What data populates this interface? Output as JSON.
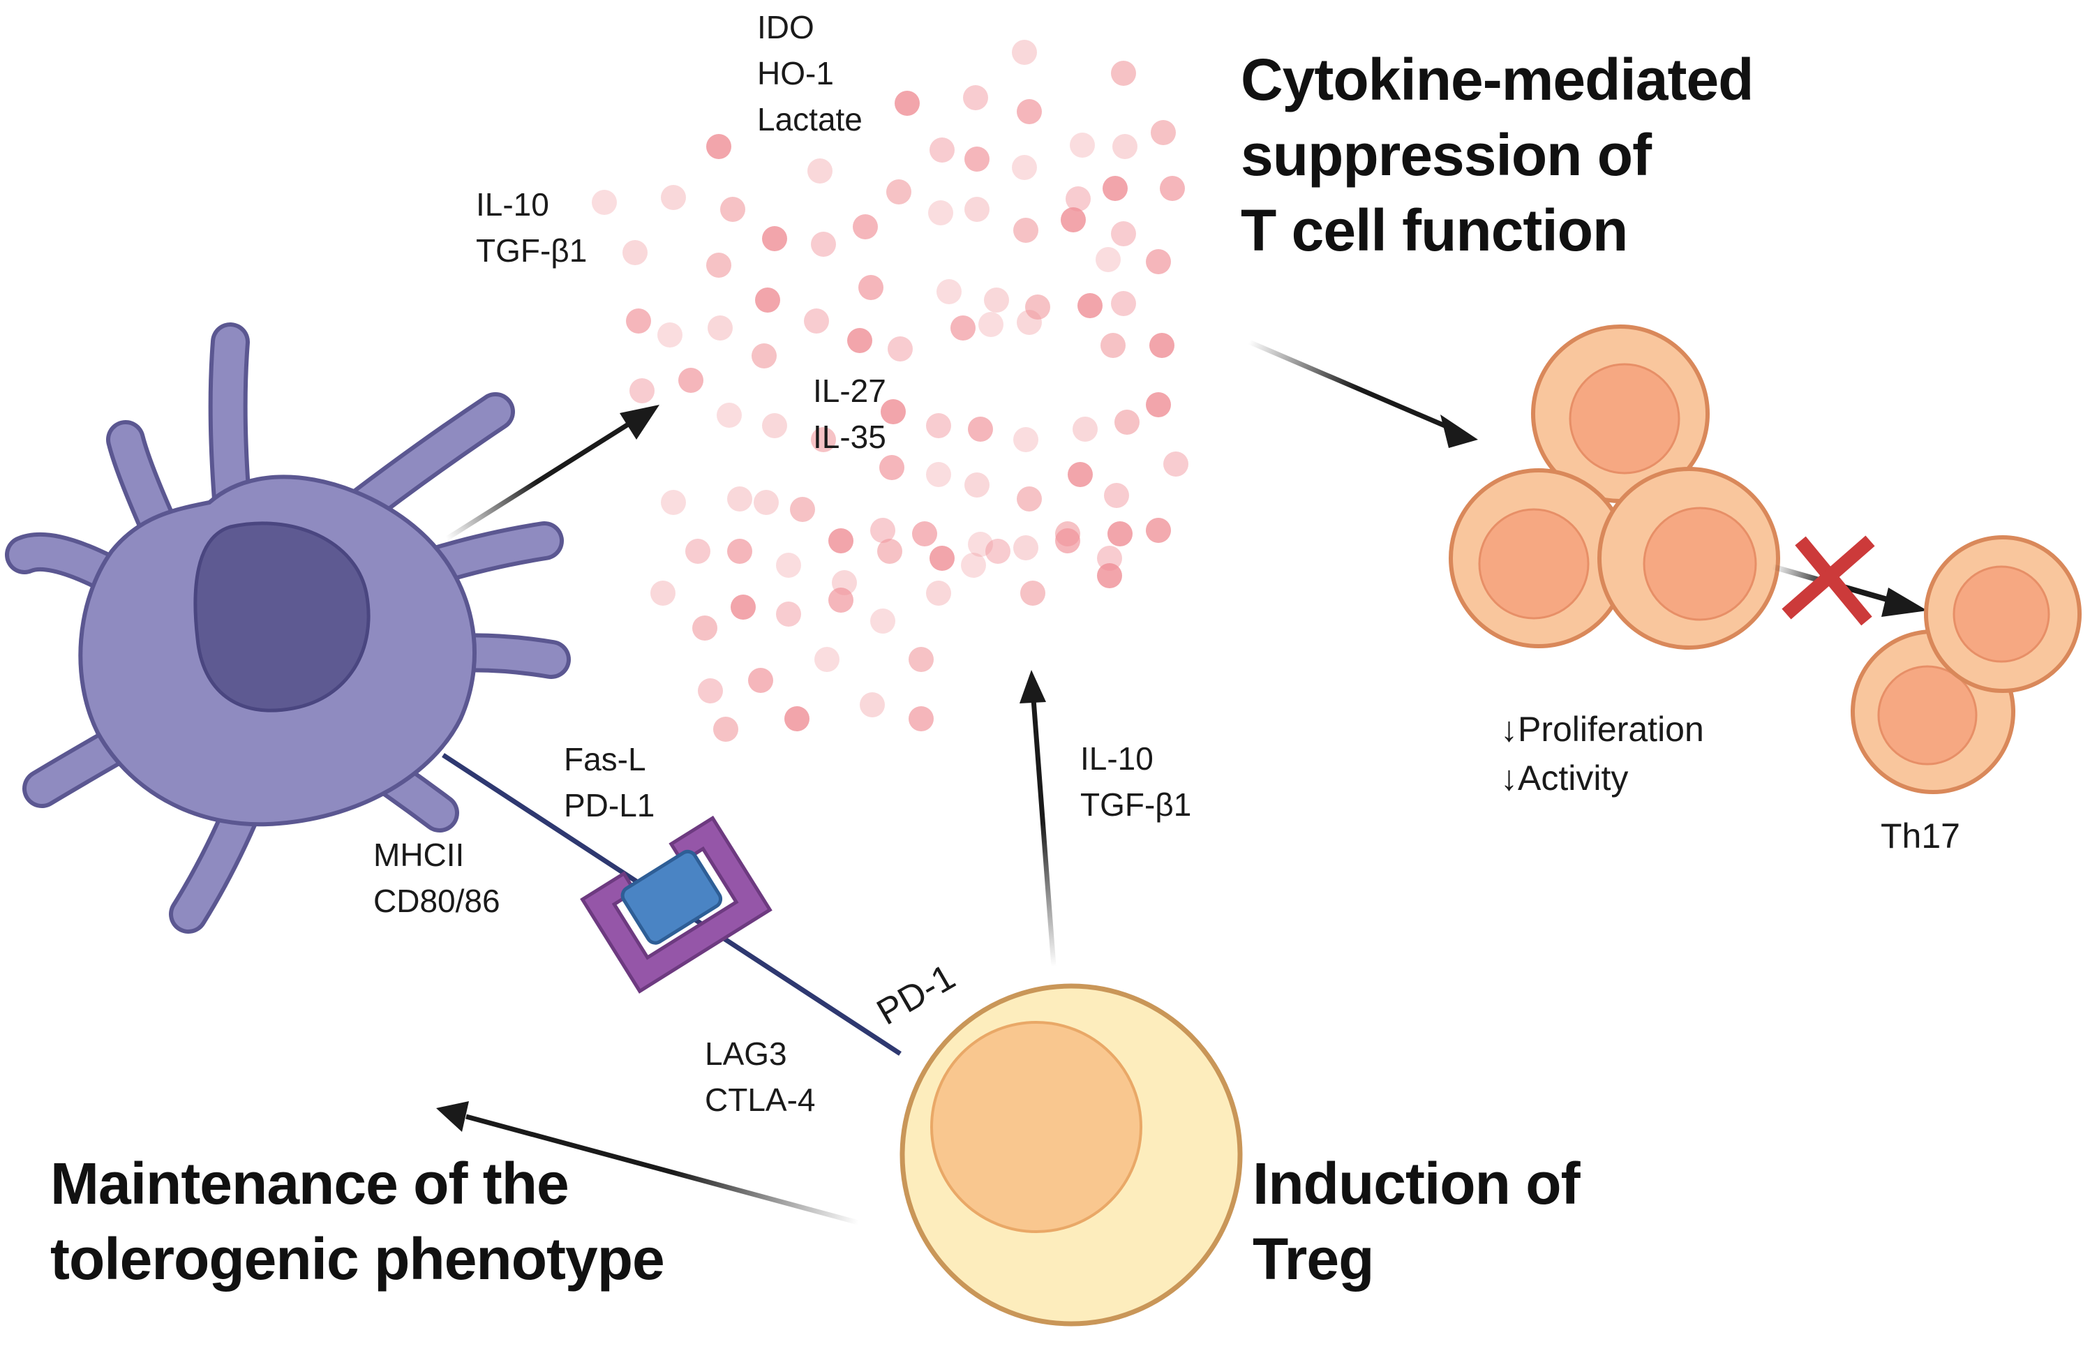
{
  "colors": {
    "dendritic_cell": "#8f8bc0",
    "dendritic_nucleus": "#5e5a92",
    "treg_outer": "#fdedbd",
    "treg_inner": "#f9c78f",
    "tcell_outer": "#f9c69d",
    "tcell_inner": "#f6a882",
    "cytokine_dot": "#ef8f96",
    "receptor_purple": "#9556a8",
    "receptor_blue": "#4a84c4",
    "block_x": "#cc3a3a",
    "arrow": "#1a1a1a"
  },
  "labels": {
    "ido_group": [
      "IDO",
      "HO-1",
      "Lactate"
    ],
    "il10_tgf_top": [
      "IL-10",
      "TGF-β1"
    ],
    "il27_il35": [
      "IL-27",
      "IL-35"
    ],
    "cytokine_heading": [
      "Cytokine-mediated",
      "suppression of",
      "T cell function"
    ],
    "effects": [
      "↓Proliferation",
      "↓Activity"
    ],
    "th17": "Th17",
    "fasl_pdl1": [
      "Fas-L",
      "PD-L1"
    ],
    "mhc_cd80": [
      "MHCII",
      "CD80/86"
    ],
    "il10_tgf_treg": [
      "IL-10",
      "TGF-β1"
    ],
    "pd1": "PD-1",
    "lag3_ctla4": [
      "LAG3",
      "CTLA-4"
    ],
    "maintenance_heading": [
      "Maintenance of the",
      "tolerogenic phenotype"
    ],
    "induction_heading": [
      "Induction of",
      "Treg"
    ]
  }
}
